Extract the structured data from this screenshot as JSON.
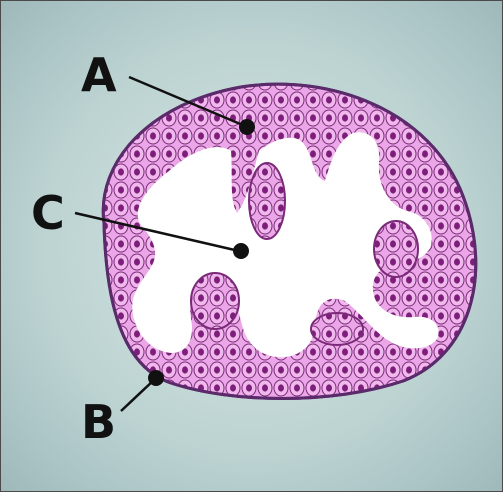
{
  "labels": {
    "a": "A",
    "b": "B",
    "c": "C"
  },
  "colors": {
    "background": "#b9d0cf",
    "tissue_stroke": "#5a2a6a",
    "cell_fill": "#e59ae0",
    "cell_stroke": "#6a1f66",
    "nucleus": "#7d1f7a",
    "lumen": "#ffffff",
    "pointer": "#111111"
  },
  "icons": {
    "pointer_dot": "filled-circle"
  }
}
